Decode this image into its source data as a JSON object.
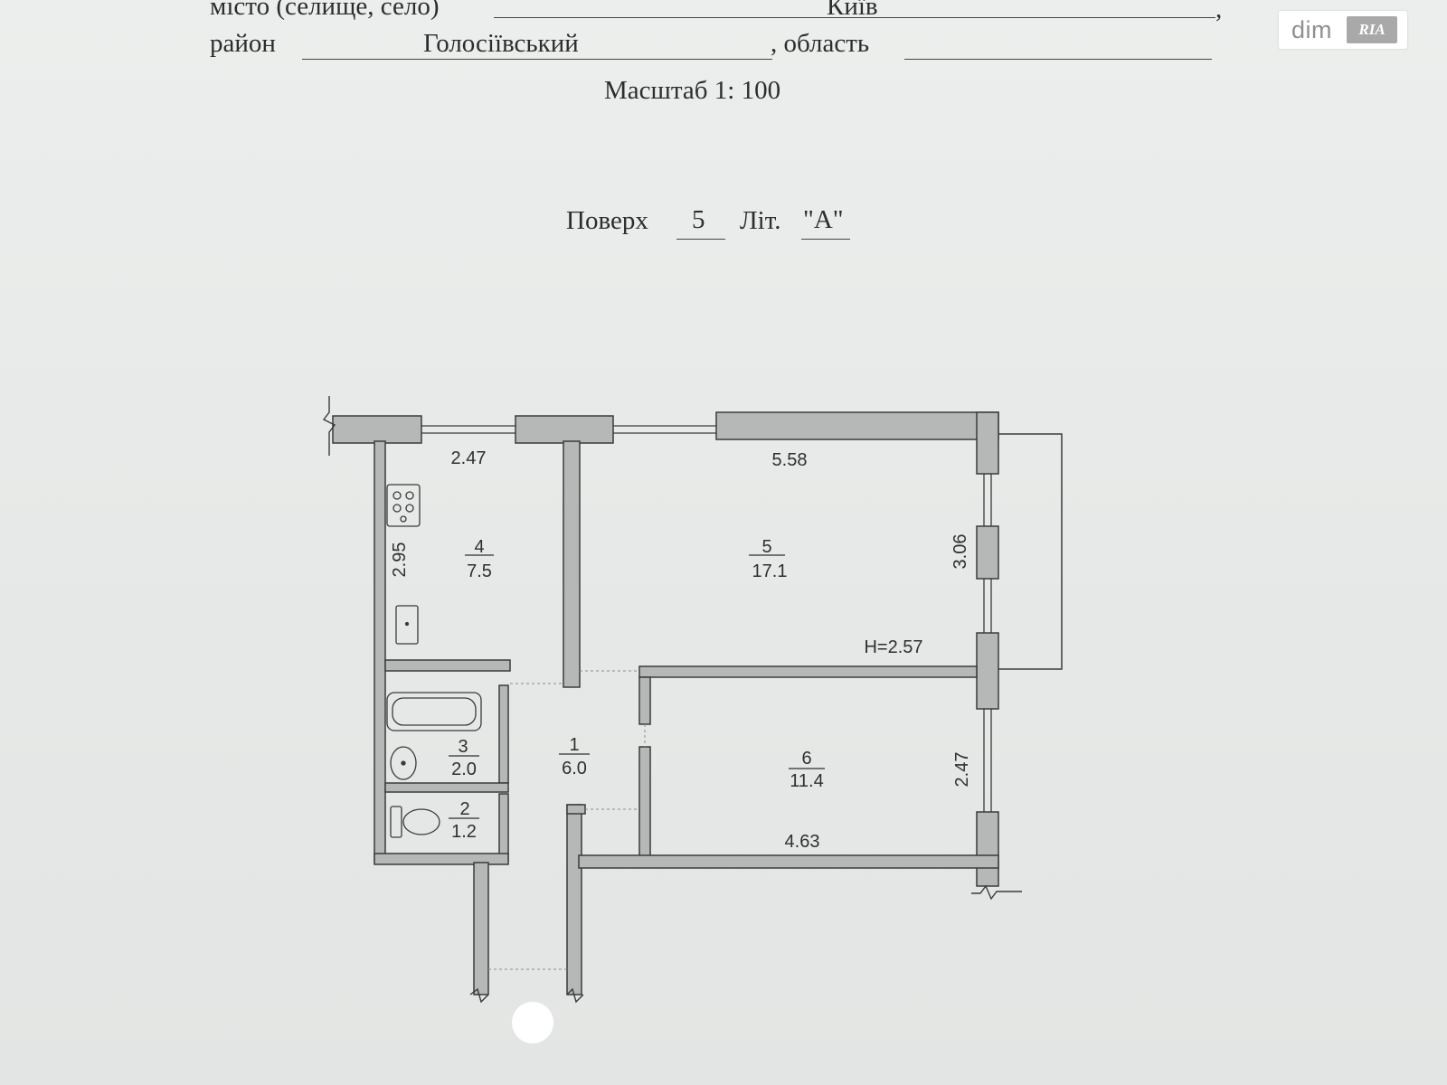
{
  "header": {
    "city_label": "місто (селище, село)",
    "city_value": "Київ",
    "city_trail": ",",
    "district_label": "район",
    "district_value": "Голосіївський",
    "region_label": ", область",
    "region_value": "",
    "scale_label": "Масштаб 1: 100",
    "floor_label": "Поверх",
    "floor_value": "5",
    "letter_label": "Літ.",
    "letter_value": "\"А\""
  },
  "watermark": {
    "text": "dim",
    "logo": "RIA"
  },
  "plan": {
    "rooms": [
      {
        "id": "room-1",
        "number": "1",
        "area": "6.0"
      },
      {
        "id": "room-2",
        "number": "2",
        "area": "1.2"
      },
      {
        "id": "room-3",
        "number": "3",
        "area": "2.0"
      },
      {
        "id": "room-4",
        "number": "4",
        "area": "7.5"
      },
      {
        "id": "room-5",
        "number": "5",
        "area": "17.1"
      },
      {
        "id": "room-6",
        "number": "6",
        "area": "11.4"
      }
    ],
    "dimensions": {
      "kitchen_width": "2.47",
      "kitchen_depth": "2.95",
      "living_width": "5.58",
      "living_depth": "3.06",
      "bedroom_width": "4.63",
      "bedroom_depth": "2.47",
      "ceiling_height": "H=2.57"
    },
    "colors": {
      "wall": "#b6b8b7",
      "line": "#3a3a3a",
      "paper": "#e9ebea"
    }
  }
}
